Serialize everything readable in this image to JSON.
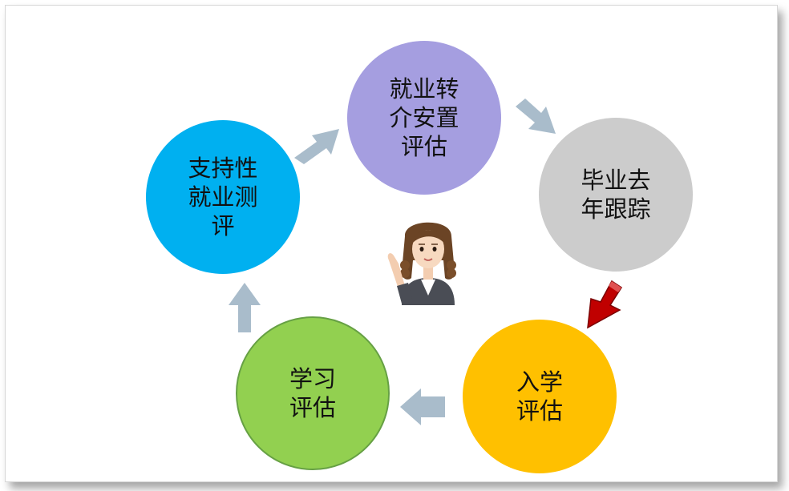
{
  "diagram": {
    "nodes": [
      {
        "id": "employment",
        "lines": [
          "就业转",
          "介安置",
          "评估"
        ],
        "color": "#a59ee0"
      },
      {
        "id": "followup",
        "lines": [
          "毕业去",
          "年跟踪"
        ],
        "color": "#cccccc"
      },
      {
        "id": "enroll",
        "lines": [
          "入学",
          "评估"
        ],
        "color": "#ffc000"
      },
      {
        "id": "learning",
        "lines": [
          "学习",
          "评估"
        ],
        "color": "#92d050"
      },
      {
        "id": "support",
        "lines": [
          "支持性",
          "就业测",
          "评"
        ],
        "color": "#00b0f0"
      }
    ],
    "arrow_color": "#a9bccb",
    "highlight_arrow_color": "#c00000",
    "center_icon": "presenter-woman-icon"
  }
}
